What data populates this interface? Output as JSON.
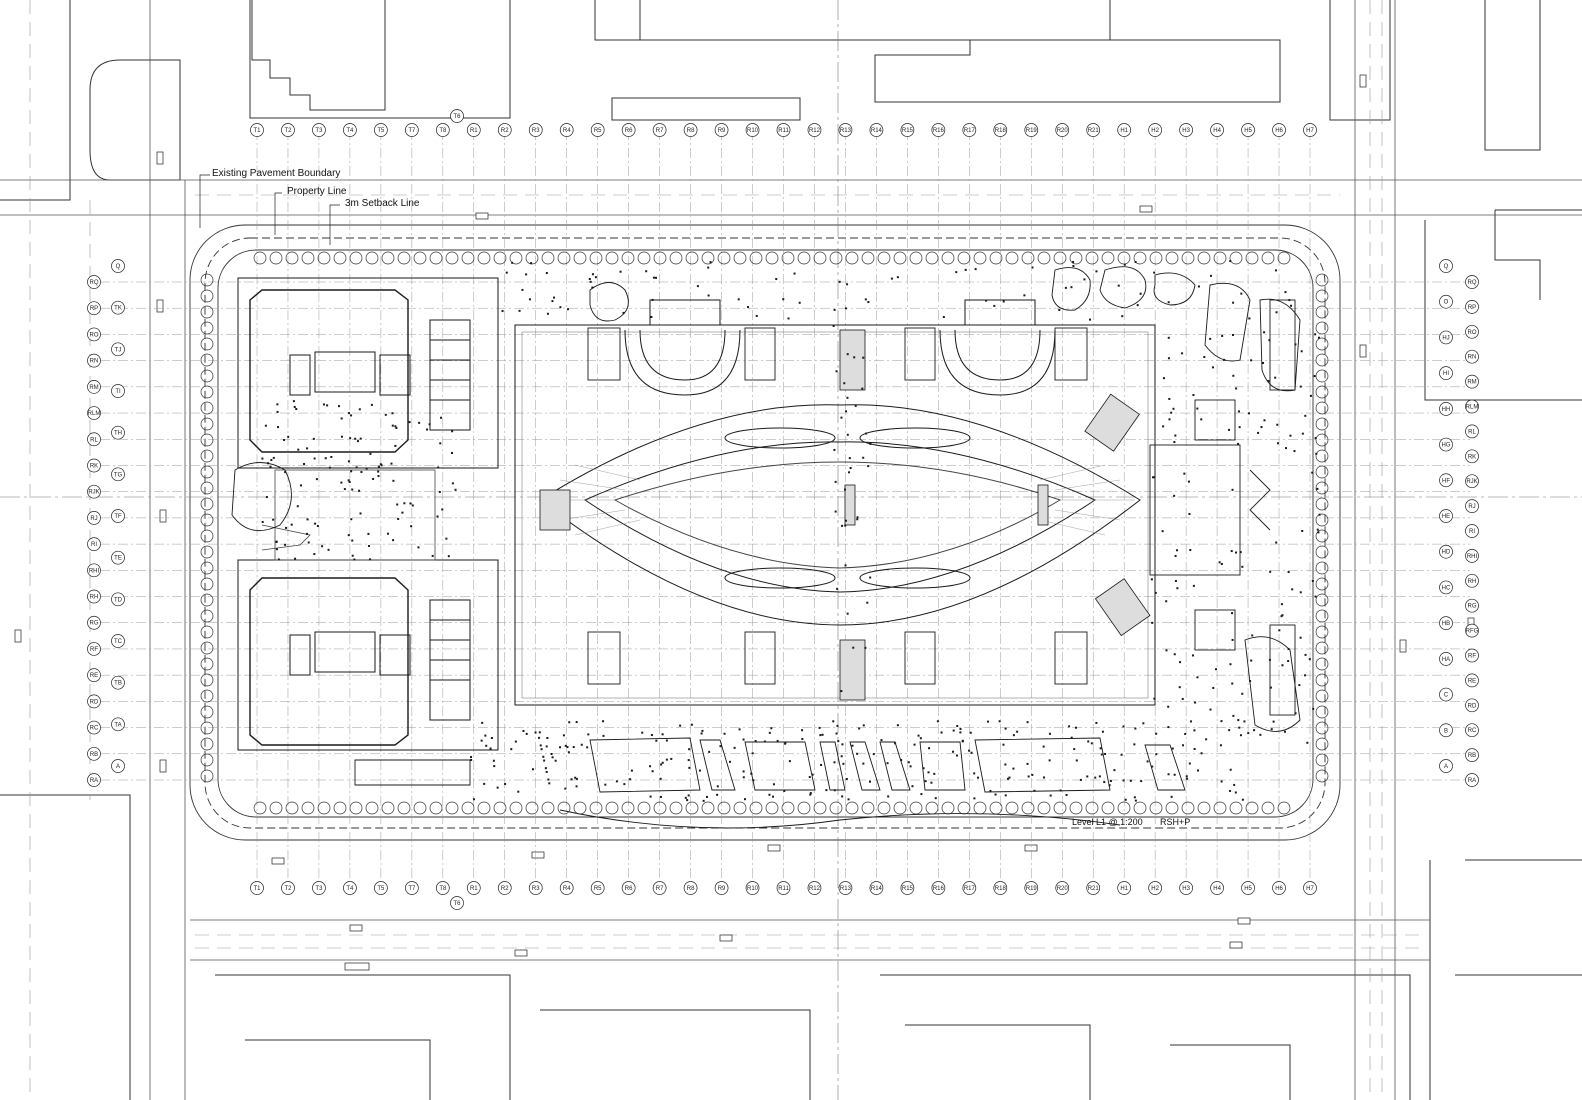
{
  "annotations": {
    "pavement": "Existing Pavement Boundary",
    "property": "Property Line",
    "setback": "3m Setback Line",
    "level": "Level L1 @ 1:200",
    "firm": "RSH+P"
  },
  "grid": {
    "top_labels": [
      "T1",
      "T2",
      "T3",
      "T4",
      "T5",
      "T7",
      "T8",
      "R1",
      "R2",
      "R3",
      "R4",
      "R5",
      "R6",
      "R7",
      "R8",
      "R9",
      "R10",
      "R11",
      "R12",
      "R13",
      "R14",
      "R15",
      "R16",
      "R17",
      "R18",
      "R19",
      "R20",
      "R21",
      "H1",
      "H2",
      "H3",
      "H4",
      "H5",
      "H6",
      "H7"
    ],
    "extra_top_label": "T6",
    "left_outer": [
      "RQ",
      "RP",
      "RO",
      "RN",
      "RM",
      "RLM",
      "RL",
      "RK",
      "RJK",
      "RJ",
      "RI",
      "RHI",
      "RH",
      "RG",
      "RF",
      "RE",
      "RD",
      "RC",
      "RB",
      "RA"
    ],
    "left_inner": [
      "Q",
      "TK",
      "TJ",
      "TI",
      "TH",
      "TG",
      "TF",
      "TE",
      "TD",
      "TC",
      "TB",
      "TA",
      "A"
    ],
    "right_inner": [
      "Q",
      "O",
      "HJ",
      "HI",
      "HH",
      "HG",
      "HF",
      "HE",
      "HD",
      "HC",
      "HB",
      "HA",
      "C",
      "B",
      "A"
    ],
    "right_outer": [
      "RQ",
      "RP",
      "RO",
      "RN",
      "RM",
      "RLM",
      "RL",
      "RK",
      "RJK",
      "RJ",
      "RI",
      "RHI",
      "RH",
      "RG",
      "RFG",
      "RF",
      "RE",
      "RD",
      "RC",
      "RB",
      "RA"
    ]
  },
  "colors": {
    "line": "#1a1a1a",
    "light": "#8a8a8a",
    "paper": "#ffffff"
  }
}
